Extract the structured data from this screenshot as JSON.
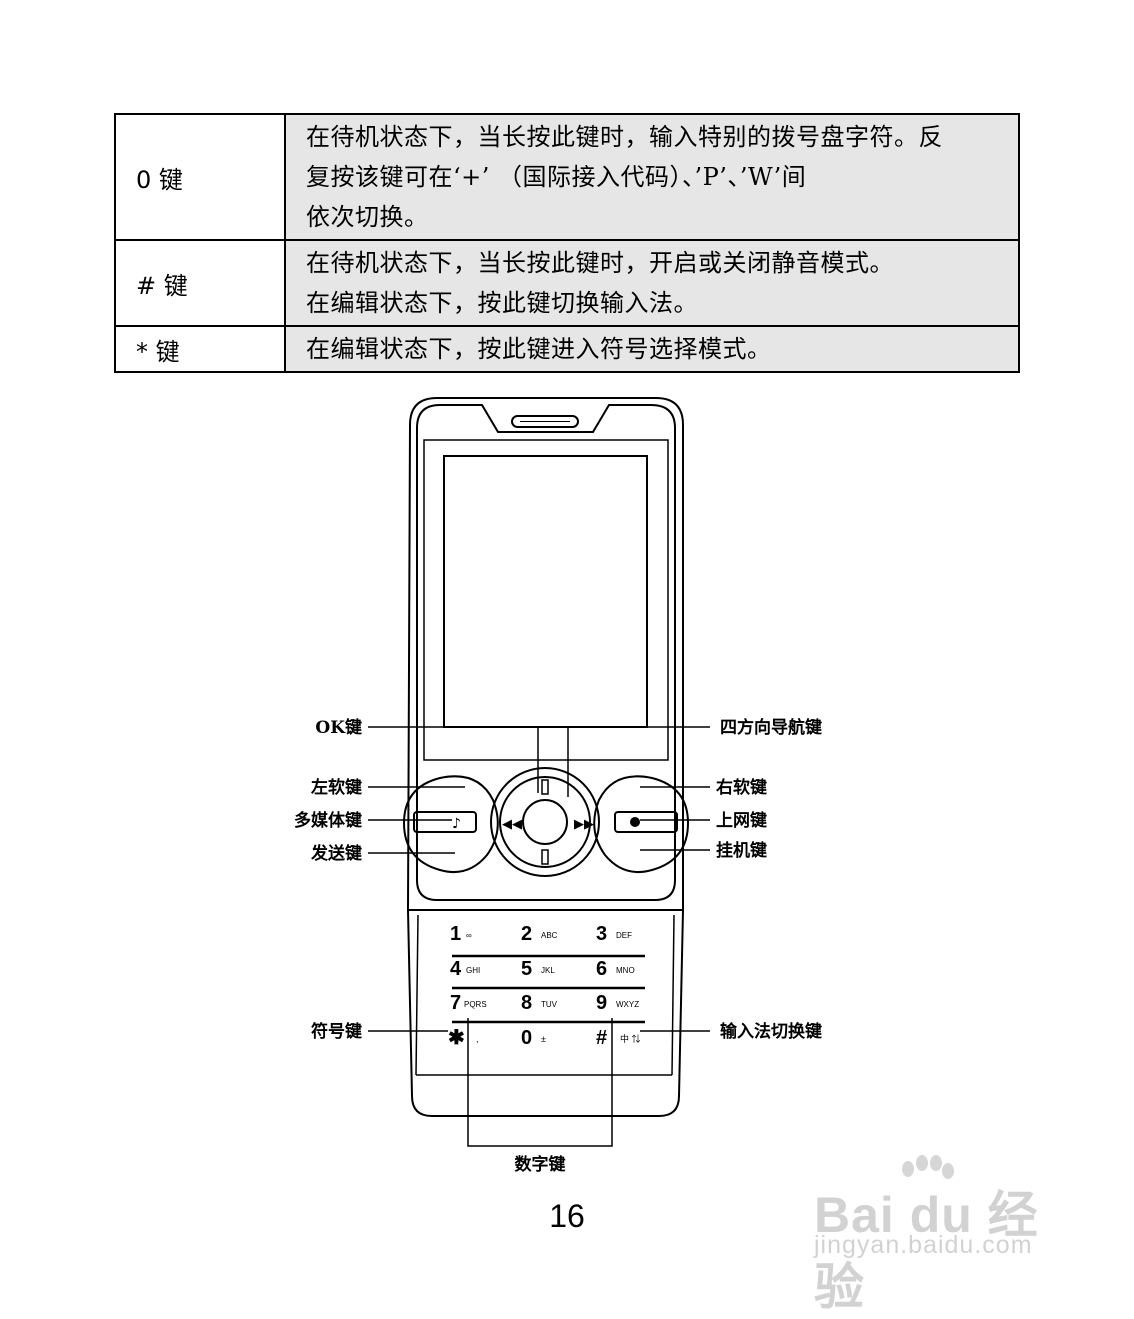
{
  "table": {
    "rows": [
      {
        "key": "0 键",
        "lines": [
          "在待机状态下，当长按此键时，输入特别的拨号盘字符。反",
          "复按该键可在‘+’ （国际接入代码）、’P’、’W’间",
          "依次切换。"
        ]
      },
      {
        "key": "# 键",
        "lines": [
          "在待机状态下，当长按此键时，开启或关闭静音模式。",
          "在编辑状态下，按此键切换输入法。"
        ]
      },
      {
        "key": "* 键",
        "lines": [
          "在编辑状态下，按此键进入符号选择模式。"
        ]
      }
    ]
  },
  "diagram": {
    "labels": {
      "ok": "OK键",
      "nav": "四方向导航键",
      "left_soft": "左软键",
      "right_soft": "右软键",
      "multimedia": "多媒体键",
      "internet": "上网键",
      "send": "发送键",
      "end": "挂机键",
      "symbol": "符号键",
      "input_switch": "输入法切换键",
      "number": "数字键"
    },
    "keypad": [
      {
        "digit": "1",
        "sub": "∞"
      },
      {
        "digit": "2",
        "sub": "ABC"
      },
      {
        "digit": "3",
        "sub": "DEF"
      },
      {
        "digit": "4",
        "sub": "GHI"
      },
      {
        "digit": "5",
        "sub": "JKL"
      },
      {
        "digit": "6",
        "sub": "MNO"
      },
      {
        "digit": "7",
        "sub": "PQRS"
      },
      {
        "digit": "8",
        "sub": "TUV"
      },
      {
        "digit": "9",
        "sub": "WXYZ"
      },
      {
        "digit": "✱",
        "sub": ","
      },
      {
        "digit": "0",
        "sub": "±"
      },
      {
        "digit": "#",
        "sub": "中 ⇅"
      }
    ]
  },
  "page_number": "16",
  "watermark": {
    "brand": "Bai du 经验",
    "url": "jingyan.baidu.com"
  }
}
